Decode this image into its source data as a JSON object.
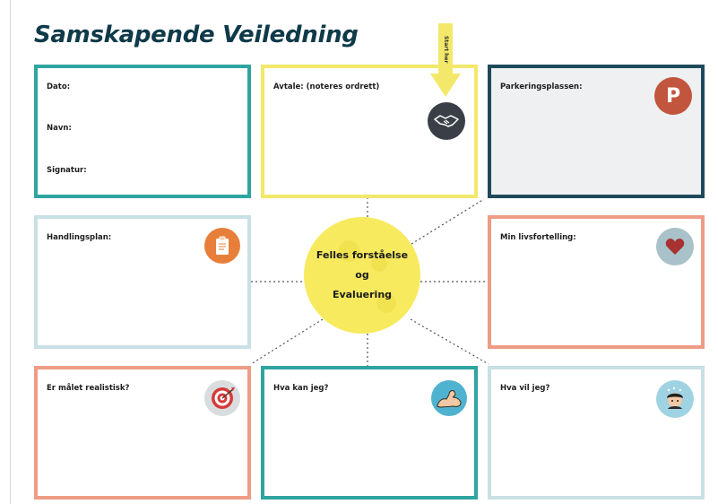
{
  "title": "Samskapende Veiledning",
  "start_label": "Start her",
  "center": {
    "line1": "Felles forståelse",
    "line2": "og",
    "line3": "Evaluering"
  },
  "boxes": {
    "personal": {
      "dato": "Dato:",
      "navn": "Navn:",
      "signatur": "Signatur:"
    },
    "avtale": {
      "label": "Avtale: (noteres ordrett)",
      "icon": "handshake-icon"
    },
    "parkering": {
      "label": "Parkeringsplassen:",
      "icon": "parking-icon",
      "icon_glyph": "P"
    },
    "handlingsplan": {
      "label": "Handlingsplan:",
      "icon": "clipboard-icon"
    },
    "livsfortelling": {
      "label": "Min livsfortelling:",
      "icon": "heart-icon"
    },
    "realistisk": {
      "label": "Er målet realistisk?",
      "icon": "target-icon"
    },
    "kan": {
      "label": "Hva kan jeg?",
      "icon": "muscle-arm-icon"
    },
    "vil": {
      "label": "Hva vil jeg?",
      "icon": "thinking-person-icon"
    }
  },
  "colors": {
    "teal": "#2fa4a0",
    "yellow": "#f3e86a",
    "dark": "#1e4a5c",
    "lightblue": "#c9e0e4",
    "salmon": "#ee9c85",
    "center": "#f7ea5f"
  }
}
